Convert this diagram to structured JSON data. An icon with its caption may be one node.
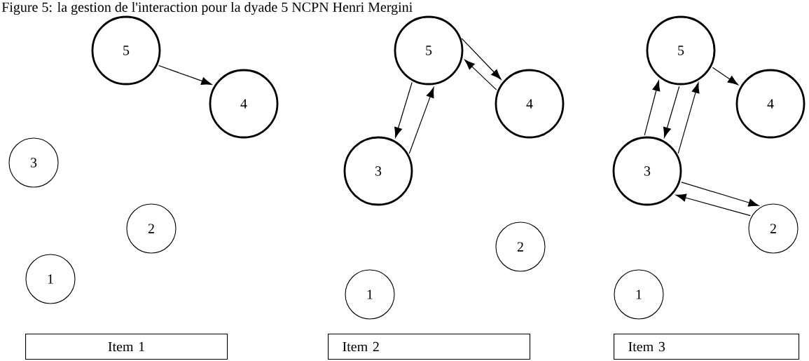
{
  "diagram": {
    "title": "Figure 5: la gestion de l'interaction pour la dyade 5 NCPN Henri Mergini",
    "nodes": [
      {
        "text": [
          "5"
        ]
      },
      {
        "text": [
          "4"
        ]
      },
      {
        "text": [
          "3"
        ]
      },
      {
        "text": [
          "2"
        ]
      },
      {
        "text": [
          "1"
        ]
      },
      {
        "text": [
          "Item 1"
        ]
      },
      {
        "text": [
          "5"
        ]
      },
      {
        "text": [
          "4"
        ]
      },
      {
        "text": [
          "3"
        ]
      },
      {
        "text": [
          "2"
        ]
      },
      {
        "text": [
          "1"
        ]
      },
      {
        "text": [
          "Item 2"
        ]
      },
      {
        "text": [
          "5"
        ]
      },
      {
        "text": [
          "4"
        ]
      },
      {
        "text": [
          "3"
        ]
      },
      {
        "text": [
          "2"
        ]
      },
      {
        "text": [
          "1"
        ]
      },
      {
        "text": [
          "Item 3"
        ]
      }
    ],
    "edges": [
      {
        "from": 0,
        "to": 1,
        "arrow": "to"
      },
      {
        "from": 6,
        "to": 7,
        "arrow": "to"
      },
      {
        "from": 7,
        "to": 6,
        "arrow": "to"
      },
      {
        "from": 6,
        "to": 8,
        "arrow": "to"
      },
      {
        "from": 8,
        "to": 6,
        "arrow": "to"
      },
      {
        "from": 12,
        "to": 13,
        "arrow": "to"
      },
      {
        "from": 14,
        "to": 12,
        "arrow": "to"
      },
      {
        "from": 12,
        "to": 14,
        "arrow": "to"
      },
      {
        "from": 14,
        "to": 12,
        "arrow": "to"
      },
      {
        "from": 14,
        "to": 15,
        "arrow": "to"
      },
      {
        "from": 15,
        "to": 14,
        "arrow": "to"
      }
    ]
  }
}
